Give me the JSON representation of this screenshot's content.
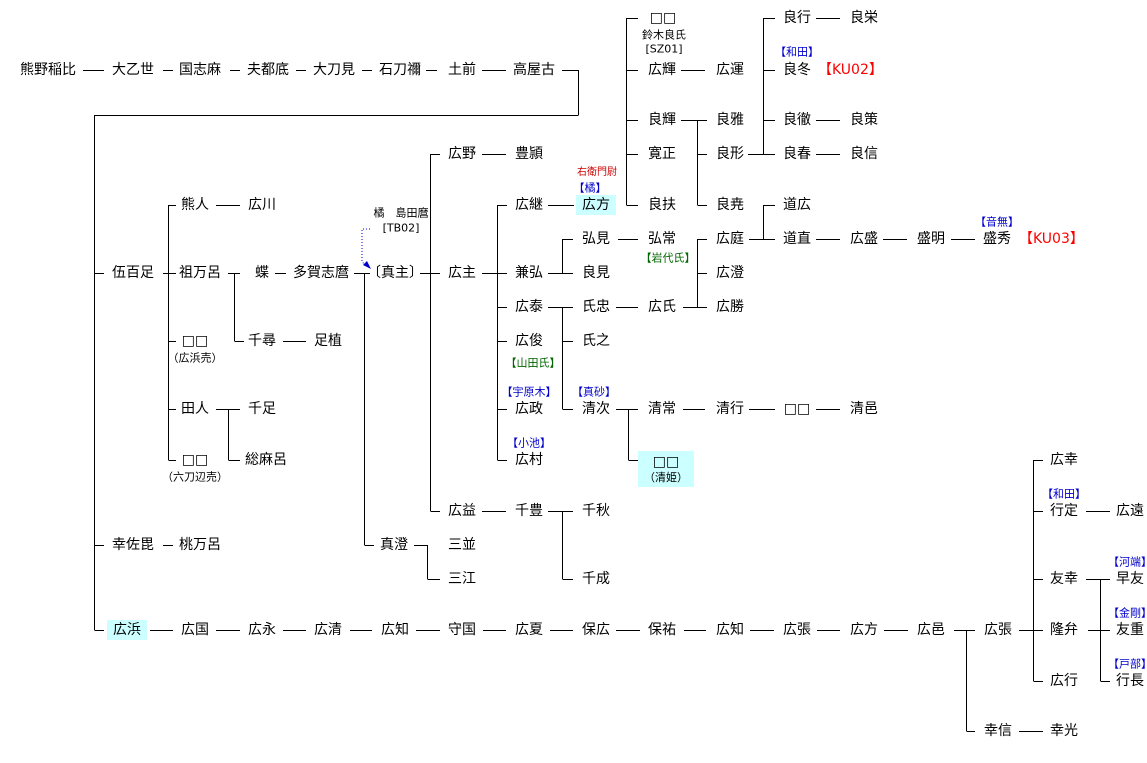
{
  "diagram": {
    "names": {
      "kumano": "熊野稲比",
      "ootose": "大乙世",
      "kunishimaro": "国志麻",
      "futsuteri": "夫都底",
      "ootachimi": "大刀見",
      "ishitoru": "石刀禰",
      "tsuchisaki": "土前",
      "takayako": "高屋古",
      "iohotari": "伍百足",
      "kumahito": "熊人",
      "hirokawa": "広川",
      "omaro": "祖万呂",
      "hachi": "蝶",
      "tagashimaro": "多賀志麿",
      "masanushi": "〔真主〕",
      "hiromeuri_box": "□□",
      "hiromeuri_note": "（広浜売）",
      "chihiro": "千尋",
      "taruue": "足植",
      "tahito": "田人",
      "chitari": "千足",
      "soumaro": "総麻呂",
      "mukatachi_box": "□□",
      "mukatachi_note": "（六刀辺売）",
      "kosahiru": "幸佐毘",
      "momomaro": "桃万呂",
      "mazumi": "真澄",
      "sanparu": "三並",
      "sane": "三江",
      "hironushi": "広主",
      "hirono": "広野",
      "toyoyori": "豊頴",
      "hiromasu": "広益",
      "chitoyo": "千豊",
      "chiaki": "千秋",
      "chinari": "千成",
      "hirotsugu": "広継",
      "hirokata": "広方",
      "kanehiro": "兼弘",
      "hiroyasu": "広泰",
      "hirotoshi": "広俊",
      "hiromasa": "広政",
      "hiromura": "広村",
      "hiromi": "弘見",
      "hirotsune": "弘常",
      "yoshimi": "良見",
      "ujitada": "氏忠",
      "hirouji": "広氏",
      "ujiyuki": "氏之",
      "kiyotsugu": "清次",
      "kiyotsune": "清常",
      "kiyoyuki": "清行",
      "unknown1": "□□",
      "kiyomura": "清邑",
      "kiyohime_box": "□□",
      "kiyohime_note": "（清姫）",
      "top_box": "□□",
      "suzuki": "鈴木良氏",
      "sz01": "[SZ01]",
      "hiroteru": "広輝",
      "hirokazu": "広運",
      "yoteru": "良輝",
      "hiromasa2": "寛正",
      "yoshisuke": "良扶",
      "yoshimasa": "良雅",
      "yoshikata": "良形",
      "yoshitaka": "良尭",
      "yoshiyuki": "良行",
      "yoshihide": "良栄",
      "yoshifuyu": "良冬",
      "yoshitetsu": "良徹",
      "yoshisaku": "良策",
      "yoshiharu": "良春",
      "yoshinobu": "良信",
      "hironiwa": "広庭",
      "hirosumi": "広澄",
      "hirokatsu": "広勝",
      "michihiro": "道広",
      "michinao": "道直",
      "hiromori": "広盛",
      "moriaki": "盛明",
      "morihide": "盛秀",
      "hirohama": "広浜",
      "hirokuni": "広国",
      "hironaga": "広永",
      "hirokiyo": "広清",
      "hirotomo": "広知",
      "morikuni": "守国",
      "hironatsu": "広夏",
      "yasuhiro": "保広",
      "yasusuke": "保祐",
      "hirotomo2": "広知",
      "hirohari": "広張",
      "hirokata2": "広方",
      "hiroyu": "広邑",
      "hirohari2": "広張",
      "hiroyuki": "広幸",
      "yukisada": "行定",
      "hirotoo": "広遠",
      "tomoyuki": "友幸",
      "hayatomo": "早友",
      "takaben": "隆弁",
      "tomoshige": "友重",
      "hiroyuki2": "広行",
      "yukinaga": "行長",
      "kounobu": "幸信",
      "koumitsu": "幸光"
    },
    "notes": {
      "tachibana_shimada": "橘　島田麿",
      "tb02": "[TB02]",
      "ukon": "右衛門尉",
      "tachibana": "【橘】",
      "iwashiro": "【岩代氏】",
      "yamada": "【山田氏】",
      "uhara": "【宇原木】",
      "masago": "【真砂】",
      "koike": "【小池】",
      "wada1": "【和田】",
      "otonashi": "【音無】",
      "wada2": "【和田】",
      "kawabata": "【河端】",
      "kongou": "【金剛】",
      "tobe": "【戸部】"
    },
    "codes": {
      "ku02": "【KU02】",
      "ku03": "【KU03】"
    }
  }
}
